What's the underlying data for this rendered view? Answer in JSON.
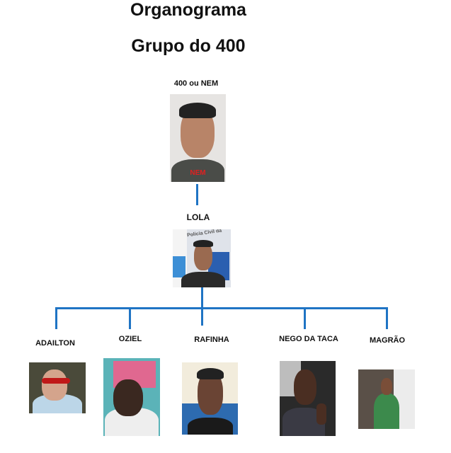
{
  "title": "Organograma",
  "subtitle": "Grupo do 400",
  "leader": {
    "name": "400 ou NEM",
    "photo_caption": "NEM"
  },
  "second": {
    "name": "LOLA",
    "photo_caption": "Policia Civil da"
  },
  "members": [
    {
      "name": "ADAILTON"
    },
    {
      "name": "OZIEL"
    },
    {
      "name": "RAFINHA"
    },
    {
      "name": "NEGO DA TACA"
    },
    {
      "name": "MAGRÃO"
    }
  ],
  "colors": {
    "connector": "#1f74c4",
    "caption_red": "#e02020"
  }
}
